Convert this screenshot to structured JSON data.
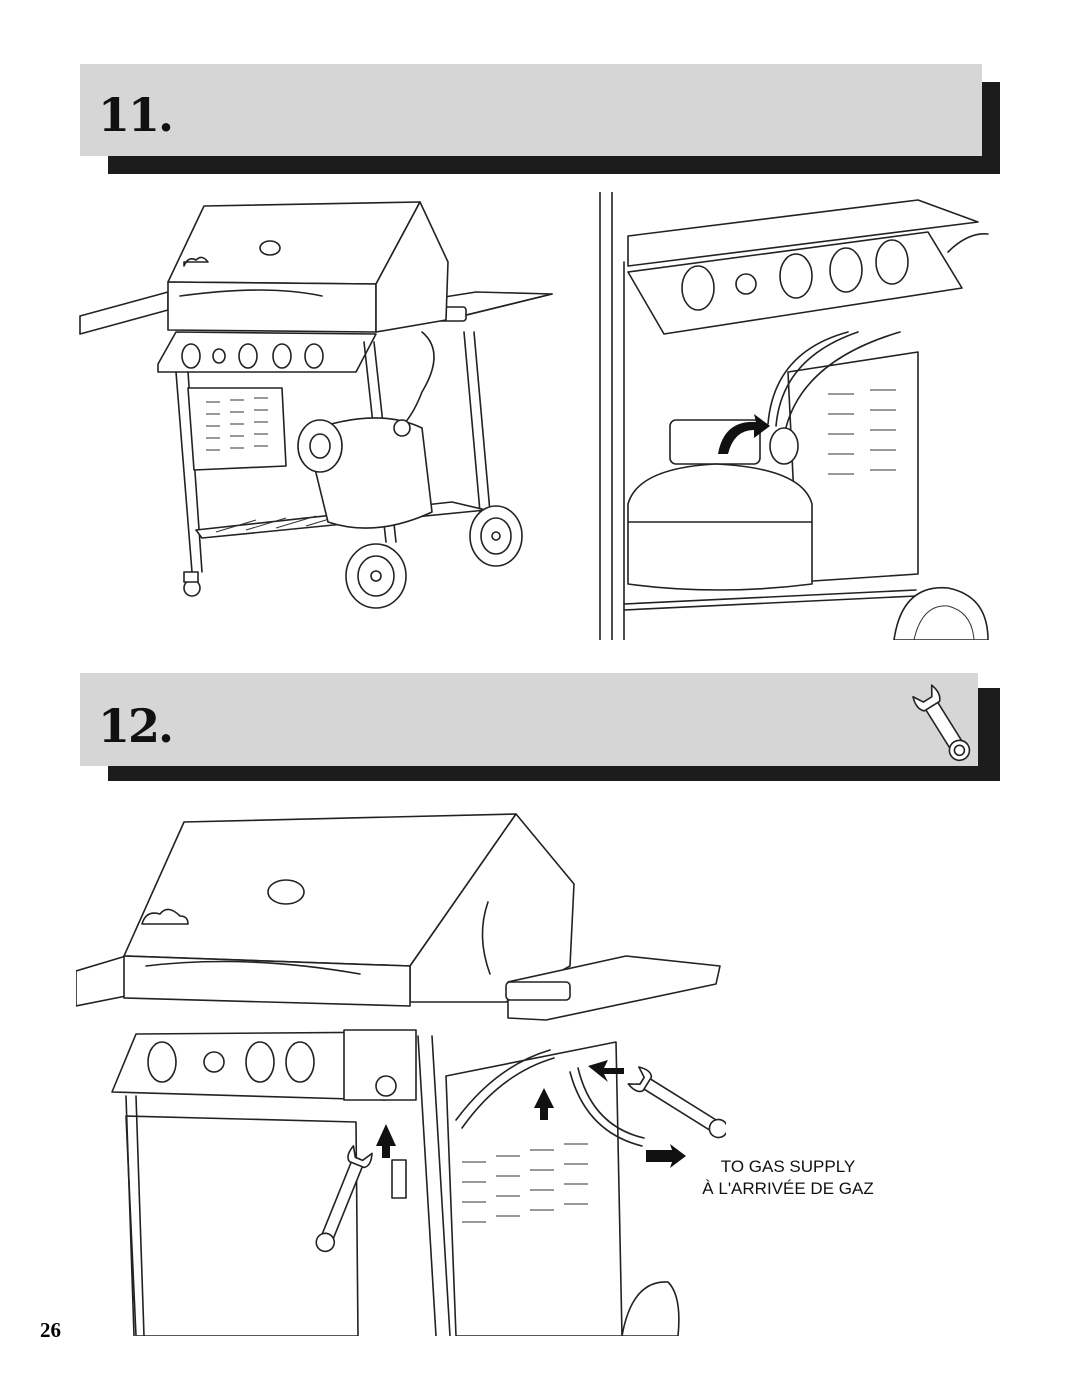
{
  "steps": [
    {
      "number": "11."
    },
    {
      "number": "12."
    }
  ],
  "callout": {
    "line1": "TO GAS SUPPLY",
    "line2": "À L'ARRIVÉE DE GAZ"
  },
  "page_number": "26",
  "icons": [
    "wrench-icon",
    "arrow-icon"
  ]
}
